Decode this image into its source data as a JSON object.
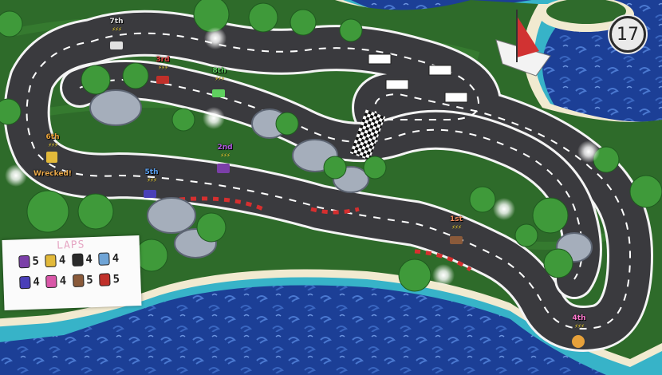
{
  "hud": {
    "timer": "17"
  },
  "laps_panel": {
    "title": "LAPS",
    "entries": [
      {
        "kart_icon": "purple-kart-icon",
        "color": "#7b3fa8",
        "laps": "5"
      },
      {
        "kart_icon": "yellow-kart-icon",
        "color": "#e2b93a",
        "laps": "4"
      },
      {
        "kart_icon": "black-kart-icon",
        "color": "#2a2a2a",
        "laps": "4"
      },
      {
        "kart_icon": "striped-kart-icon",
        "color": "#6fa4d6",
        "laps": "4"
      },
      {
        "kart_icon": "blue-kart-icon",
        "color": "#4a3fb8",
        "laps": "4"
      },
      {
        "kart_icon": "pink-kart-icon",
        "color": "#d957a8",
        "laps": "4"
      },
      {
        "kart_icon": "brown-kart-icon",
        "color": "#8a5a3a",
        "laps": "5"
      },
      {
        "kart_icon": "red-kart-icon",
        "color": "#c0302a",
        "laps": "5"
      }
    ]
  },
  "racers": [
    {
      "label": "7th",
      "color": "#e2e2e2",
      "bolts": "⚡⚡⚡"
    },
    {
      "label": "3rd",
      "color": "#e04040",
      "bolts": "⚡⚡⚡"
    },
    {
      "label": "8th",
      "color": "#5fd15f",
      "bolts": "⚡⚡⚡"
    },
    {
      "label": "6th",
      "color": "#e7a13a",
      "bolts": "⚡⚡⚡"
    },
    {
      "label": "2nd",
      "color": "#b058e0",
      "bolts": "⚡⚡⚡"
    },
    {
      "label": "5th",
      "color": "#5aa0f0",
      "bolts": "⚡⚡⚡"
    },
    {
      "label": "1st",
      "color": "#f08a5a",
      "bolts": "⚡⚡⚡"
    },
    {
      "label": "4th",
      "color": "#ff7ad0",
      "bolts": "⚡⚡⚡"
    }
  ],
  "status": {
    "wrecked": "Wrecked!"
  }
}
